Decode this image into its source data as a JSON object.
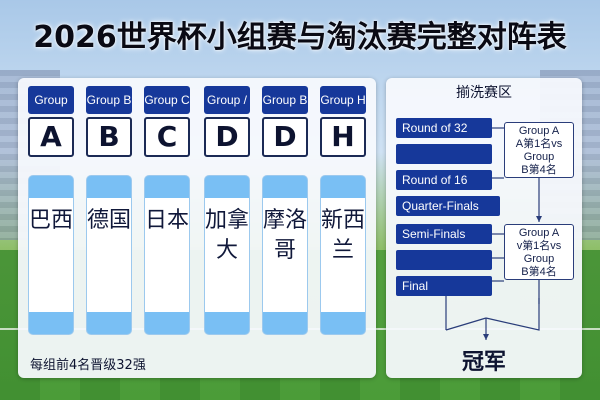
{
  "title": "2026世界杯小组赛与淘汰赛完整对阵表",
  "groups": [
    {
      "tag": "Group",
      "letter": "A",
      "country": "巴西"
    },
    {
      "tag": "Group B",
      "letter": "B",
      "country": "德国"
    },
    {
      "tag": "Group C",
      "letter": "C",
      "country": "日本"
    },
    {
      "tag": "Group /",
      "letter": "D",
      "country": "加拿大"
    },
    {
      "tag": "Group B",
      "letter": "D",
      "country": "摩洛哥"
    },
    {
      "tag": "Group H",
      "letter": "H",
      "country": "新西兰"
    }
  ],
  "footer_note": "每组前4名晋级32强",
  "knockout": {
    "title": "揃洗赛区",
    "rounds": [
      "Round of 32",
      "",
      "Round of 16",
      "Quarter-Finals",
      "Semi-Finals",
      "",
      "Final"
    ],
    "match_top": [
      "Group A",
      "A第1名vs",
      "Group",
      "B第4名"
    ],
    "match_bottom": [
      "Group A",
      "v第1名vs",
      "Group",
      "B第4名"
    ],
    "champion": "冠军"
  },
  "colors": {
    "accent": "#16389a",
    "card_top": "#79bff4"
  }
}
